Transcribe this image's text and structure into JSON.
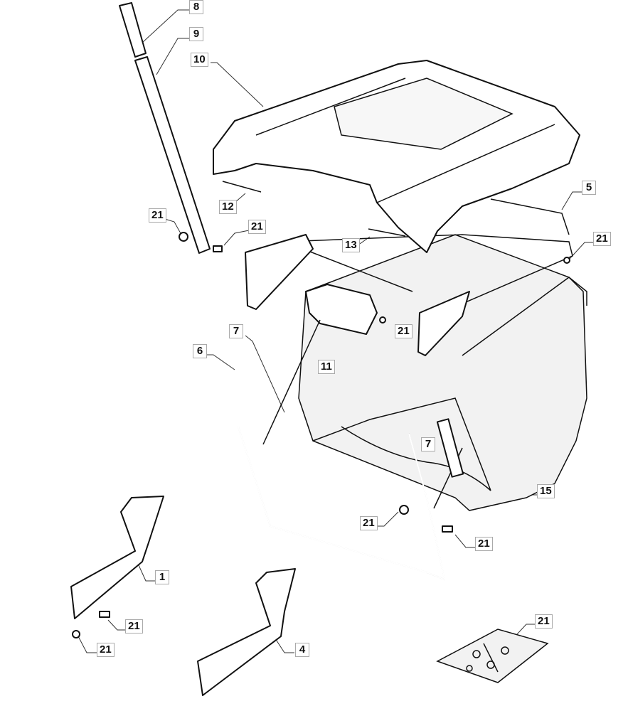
{
  "diagram": {
    "type": "exploded parts diagram",
    "callouts": [
      {
        "id": "c8",
        "label": "8"
      },
      {
        "id": "c9",
        "label": "9"
      },
      {
        "id": "c10",
        "label": "10"
      },
      {
        "id": "c5",
        "label": "5"
      },
      {
        "id": "c21a",
        "label": "21"
      },
      {
        "id": "c12",
        "label": "12"
      },
      {
        "id": "c13",
        "label": "13"
      },
      {
        "id": "c21b",
        "label": "21"
      },
      {
        "id": "c21c",
        "label": "21"
      },
      {
        "id": "c21d",
        "label": "21"
      },
      {
        "id": "c11",
        "label": "11"
      },
      {
        "id": "c7a",
        "label": "7"
      },
      {
        "id": "c6",
        "label": "6"
      },
      {
        "id": "c7b",
        "label": "7"
      },
      {
        "id": "c15",
        "label": "15"
      },
      {
        "id": "c21e",
        "label": "21"
      },
      {
        "id": "c21f",
        "label": "21"
      },
      {
        "id": "c1",
        "label": "1"
      },
      {
        "id": "c21g",
        "label": "21"
      },
      {
        "id": "c21h",
        "label": "21"
      },
      {
        "id": "c4",
        "label": "4"
      },
      {
        "id": "c21i",
        "label": "21"
      }
    ]
  }
}
